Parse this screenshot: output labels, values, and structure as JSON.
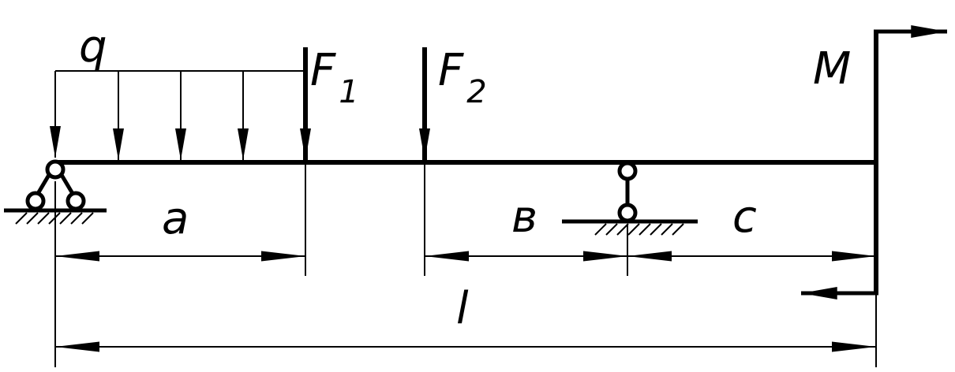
{
  "labels": {
    "q": "q",
    "F1": "F",
    "F1_sub": "1",
    "F2": "F",
    "F2_sub": "2",
    "M": "M",
    "a": "a",
    "b": "в",
    "c": "c",
    "l": "l"
  },
  "colors": {
    "line": "#000000",
    "background": "#ffffff"
  }
}
